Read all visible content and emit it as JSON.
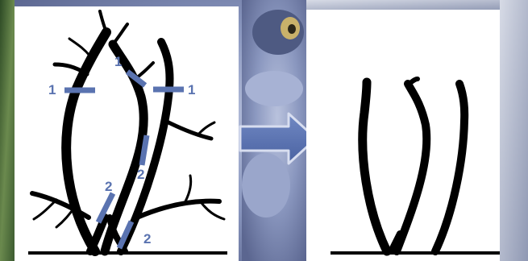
{
  "colors": {
    "accent": "#5a73b0",
    "stroke": "#000000",
    "panel": "#ffffff"
  },
  "labels": {
    "before_cut_1a": "1",
    "before_cut_1b": "1",
    "before_cut_1c": "1",
    "before_cut_2a": "2",
    "before_cut_2b": "2",
    "before_cut_2c": "2"
  },
  "icons": {
    "arrow": "arrow-right-icon"
  }
}
